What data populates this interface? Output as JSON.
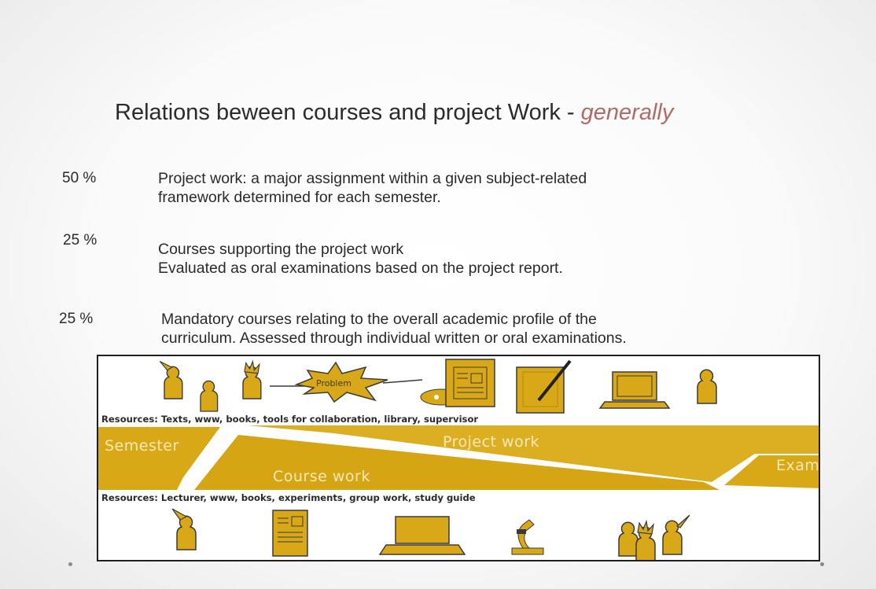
{
  "slide": {
    "title_main": "Relations beween courses and project Work - ",
    "title_emphasis": "generally",
    "rows": [
      {
        "percent": "50 %",
        "line1": "Project work:  a major assignment within a given subject-related",
        "line2": "framework determined for each semester."
      },
      {
        "percent": "25 %",
        "line1": "Courses supporting the project work",
        "line2": "Evaluated as oral examinations based on the project report."
      },
      {
        "percent": "25 %",
        "line1": "Mandatory courses relating to the overall academic profile of the",
        "line2": "curriculum. Assessed through individual written or oral examinations."
      }
    ]
  },
  "diagram": {
    "problem_label": "Problem",
    "resources_top": "Resources: Texts, www, books, tools for collaboration, library, supervisor",
    "resources_bottom": "Resources: Lecturer, www, books, experiments, group work, study guide",
    "semester_label": "Semester",
    "project_work_label": "Project work",
    "course_work_label": "Course work",
    "exam_label": "Exam",
    "colors": {
      "gold": "#d8a818",
      "gold_dark": "#c4960e",
      "band_light": "#e7c24c",
      "label_text": "#f6e9b8",
      "accent_title": "#b06a6a"
    },
    "icons": [
      "person-icon",
      "problem-star-icon",
      "cd-icon",
      "document-icon",
      "notepad-pen-icon",
      "laptop-icon",
      "microscope-icon"
    ]
  }
}
